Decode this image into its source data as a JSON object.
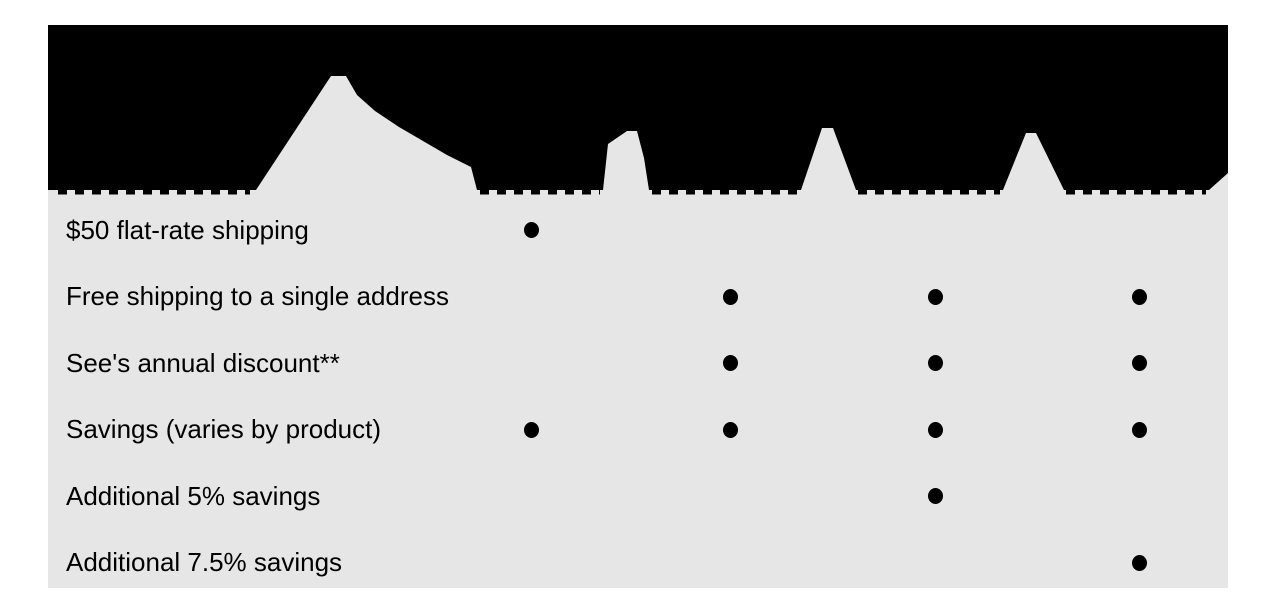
{
  "page": {
    "background": "#ffffff"
  },
  "table": {
    "background": "#e6e6e6",
    "header_band_color": "#000000",
    "text_color": "#000000",
    "dot_color": "#000000",
    "dot_glyph": "●"
  },
  "chart_data": {
    "type": "table",
    "title": "",
    "column_count": 4,
    "columns": [
      "",
      "",
      "",
      ""
    ],
    "column_labels_legible": false,
    "rows": [
      {
        "feature": "$50 flat-rate shipping",
        "values": [
          true,
          false,
          false,
          false
        ]
      },
      {
        "feature": "Free shipping to a single address",
        "values": [
          false,
          true,
          true,
          true
        ]
      },
      {
        "feature": "See's annual discount**",
        "values": [
          false,
          true,
          true,
          true
        ]
      },
      {
        "feature": "Savings (varies by product)",
        "values": [
          true,
          true,
          true,
          true
        ]
      },
      {
        "feature": "Additional 5% savings",
        "values": [
          false,
          false,
          true,
          false
        ]
      },
      {
        "feature": "Additional 7.5% savings",
        "values": [
          false,
          false,
          false,
          true
        ]
      }
    ]
  }
}
